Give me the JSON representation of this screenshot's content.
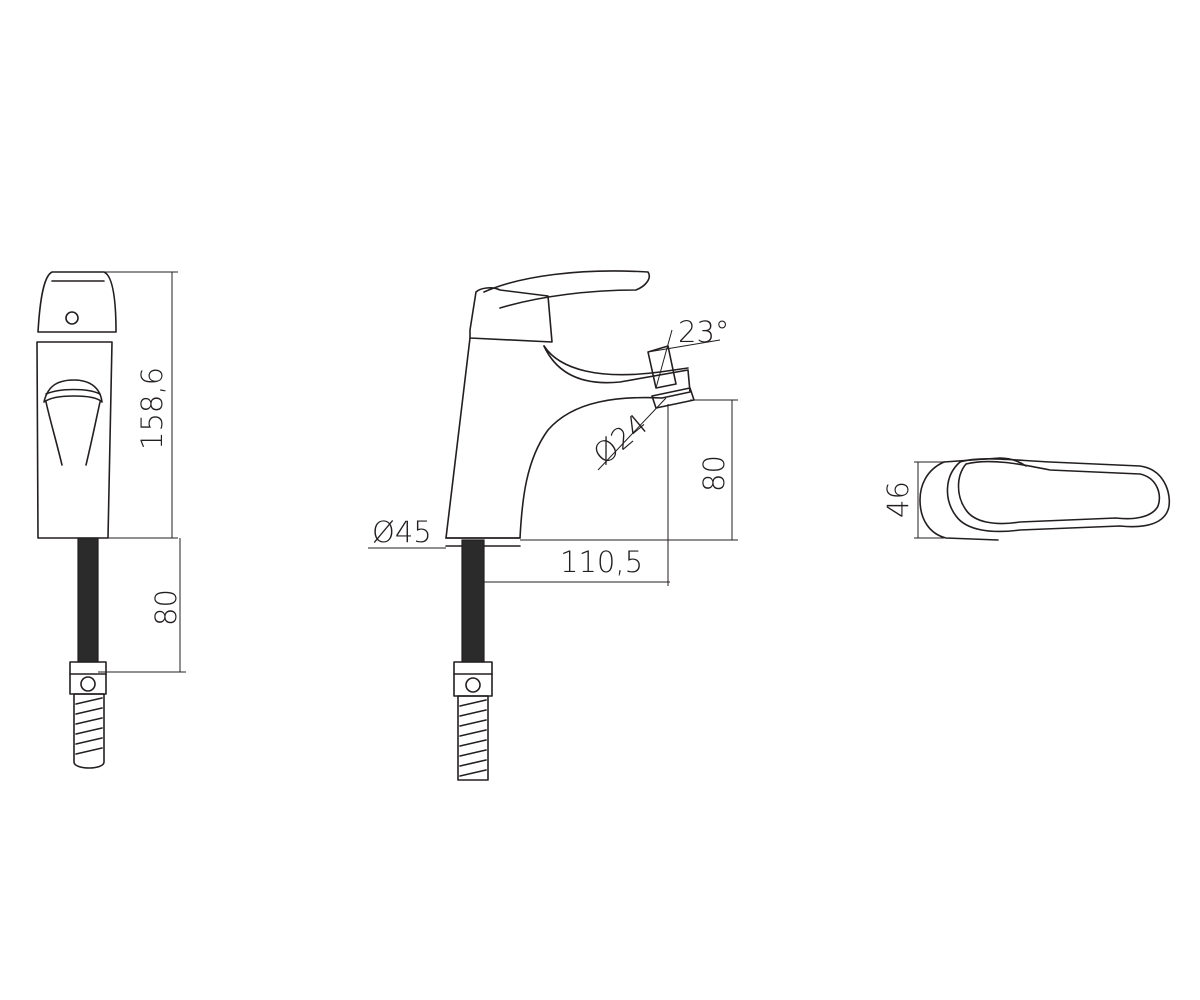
{
  "dimensions": {
    "side_height": "158,6",
    "side_hose": "80",
    "angle": "23°",
    "outlet_diameter": "Ø24",
    "outlet_height": "80",
    "base_diameter": "Ø45",
    "reach": "110,5",
    "top_width": "46"
  }
}
